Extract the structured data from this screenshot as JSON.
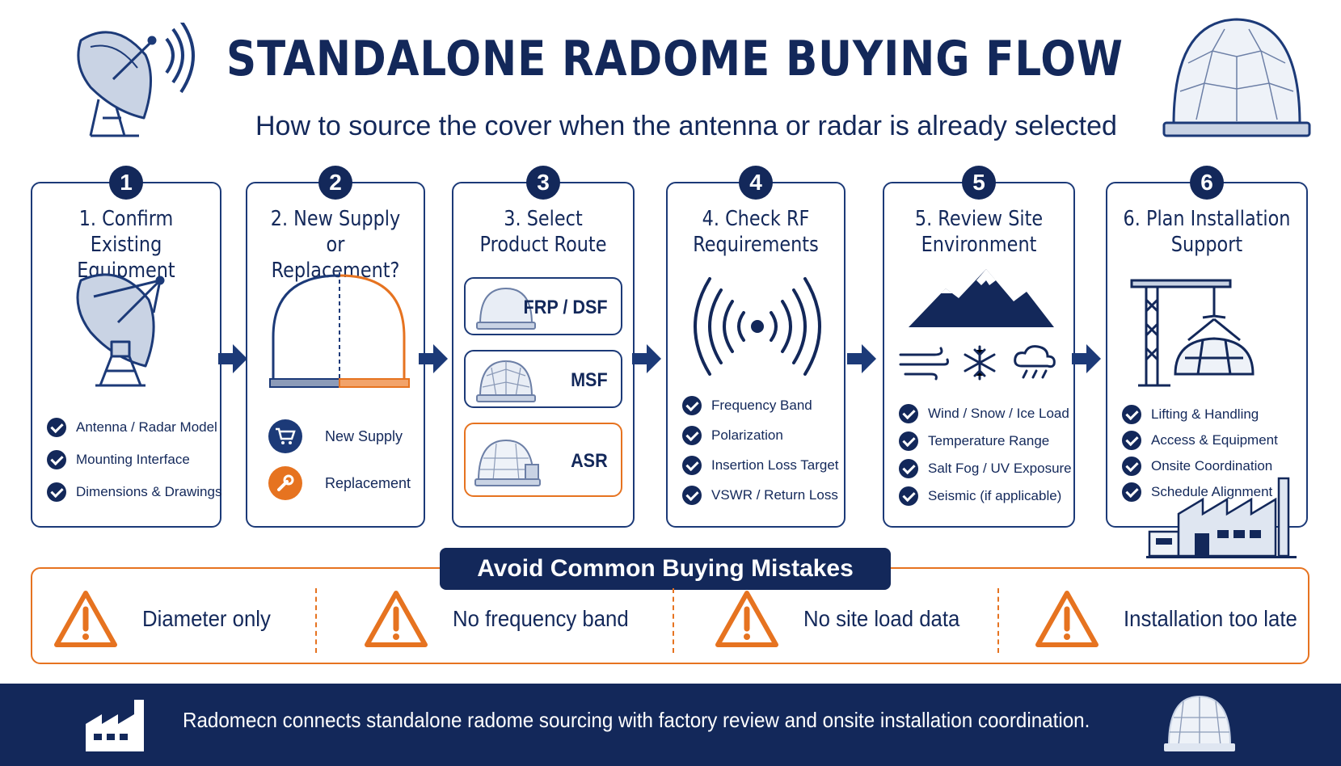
{
  "header": {
    "title": "STANDALONE RADOME BUYING FLOW",
    "subtitle": "How to source the cover when the antenna or radar is already selected"
  },
  "steps": [
    {
      "number": "1",
      "title_line1": "1. Confirm",
      "title_line2": "Existing Equipment",
      "checks": [
        "Antenna / Radar Model",
        "Mounting Interface",
        "Dimensions & Drawings"
      ]
    },
    {
      "number": "2",
      "title_line1": "2. New Supply or",
      "title_line2": "Replacement?",
      "options": [
        "New Supply",
        "Replacement"
      ]
    },
    {
      "number": "3",
      "title_line1": "3. Select",
      "title_line2": "Product Route",
      "routes": [
        "FRP / DSF",
        "MSF",
        "ASR"
      ]
    },
    {
      "number": "4",
      "title_line1": "4. Check RF",
      "title_line2": "Requirements",
      "checks": [
        "Frequency Band",
        "Polarization",
        "Insertion Loss Target",
        "VSWR / Return Loss"
      ]
    },
    {
      "number": "5",
      "title_line1": "5. Review Site",
      "title_line2": "Environment",
      "checks": [
        "Wind / Snow / Ice Load",
        "Temperature Range",
        "Salt Fog / UV Exposure",
        "Seismic (if applicable)"
      ]
    },
    {
      "number": "6",
      "title_line1": "6. Plan Installation",
      "title_line2": "Support",
      "checks": [
        "Lifting & Handling",
        "Access & Equipment",
        "Onsite Coordination",
        "Schedule Alignment"
      ]
    }
  ],
  "mistakes": {
    "title": "Avoid Common Buying Mistakes",
    "items": [
      "Diameter only",
      "No frequency band",
      "No site load data",
      "Installation too late"
    ]
  },
  "footer": {
    "text": "Radomecn connects standalone radome sourcing with factory review and onsite installation coordination."
  },
  "colors": {
    "navy": "#13285a",
    "orange": "#e67320",
    "light_blue": "#dfe6f1"
  },
  "icons": [
    "satellite-dish-icon",
    "geodesic-dome-icon",
    "arrow-right-icon",
    "check-icon",
    "cart-icon",
    "wrench-icon",
    "rf-signal-icon",
    "mountain-icon",
    "wind-icon",
    "snowflake-icon",
    "rain-cloud-icon",
    "crane-icon",
    "factory-icon",
    "warning-icon"
  ]
}
